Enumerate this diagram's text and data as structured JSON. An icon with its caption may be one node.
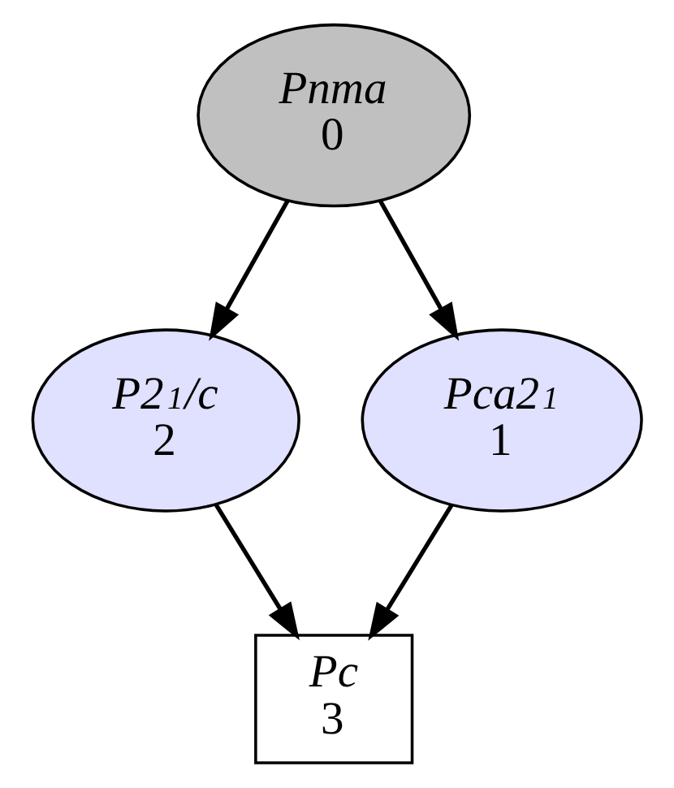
{
  "diagram": {
    "nodes": [
      {
        "text": [
          "Pnma",
          "0"
        ]
      },
      {
        "text": [
          "P2$_{1}$/c",
          "2"
        ]
      },
      {
        "text": [
          "Pca2$_{1}$",
          "1"
        ]
      },
      {
        "text": [
          "Pc",
          "3"
        ]
      }
    ],
    "edges": [
      {
        "from": 0,
        "to": 1,
        "arrow": "to"
      },
      {
        "from": 0,
        "to": 2,
        "arrow": "to"
      },
      {
        "from": 1,
        "to": 3,
        "arrow": "to"
      },
      {
        "from": 2,
        "to": 3,
        "arrow": "to"
      }
    ]
  }
}
